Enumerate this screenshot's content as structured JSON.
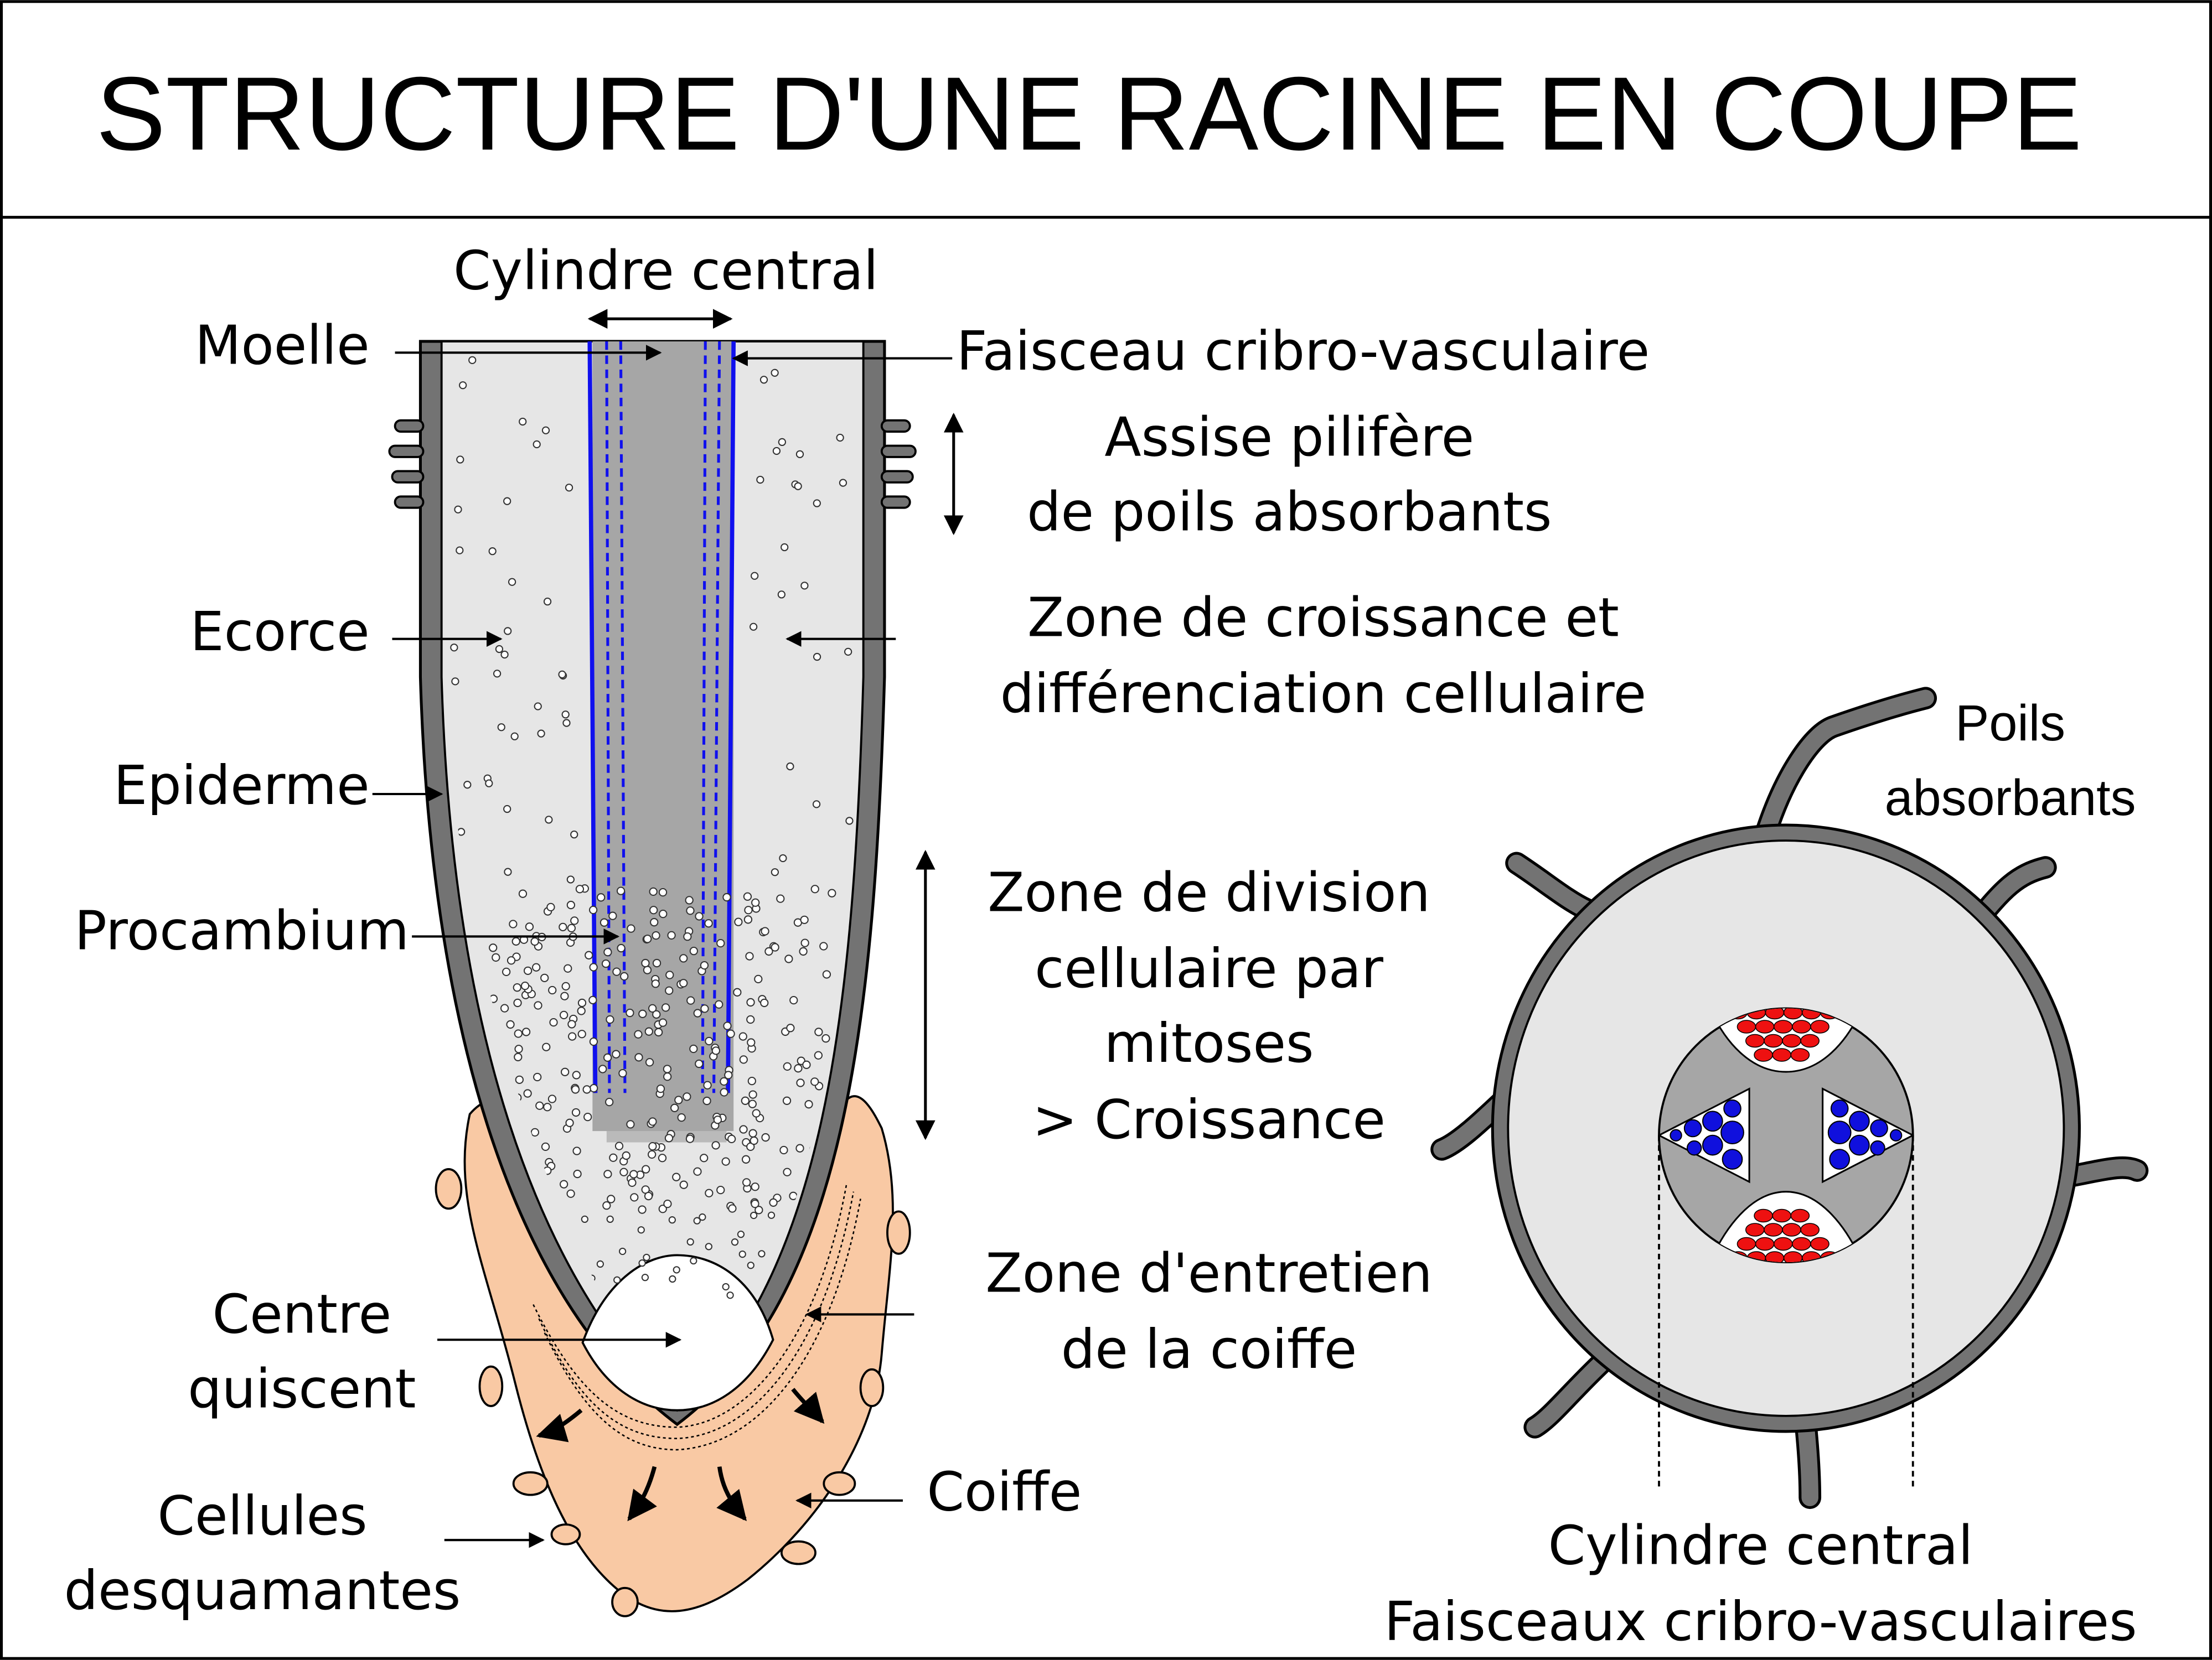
{
  "title": "STRUCTURE D'UNE RACINE EN COUPE",
  "labels": {
    "cylindre_central_top": "Cylindre central",
    "moelle": "Moelle",
    "faisceau": "Faisceau cribro-vasculaire",
    "assise_line1": "Assise pilifère",
    "assise_line2": "de poils absorbants",
    "ecorce": "Ecorce",
    "croissance_line1": "Zone de croissance et",
    "croissance_line2": "différenciation cellulaire",
    "epiderme": "Epiderme",
    "procambium": "Procambium",
    "division_line1": "Zone de division",
    "division_line2": "cellulaire par",
    "division_line3": "mitoses",
    "division_line4": "> Croissance",
    "entretien_line1": "Zone d'entretien",
    "entretien_line2": "de la coiffe",
    "centre_line1": "Centre",
    "centre_line2": "quiscent",
    "coiffe": "Coiffe",
    "cellules_line1": "Cellules",
    "cellules_line2": "desquamantes",
    "poils_line1": "Poils",
    "poils_line2": "absorbants",
    "cross_line1": "Cylindre central",
    "cross_line2": "Faisceaux cribro-vasculaires"
  },
  "colors": {
    "epidermis": "#737373",
    "cortex": "#e6e6e6",
    "pith": "#a6a6a6",
    "vascular": "#1010ee",
    "cap": "#f9c9a4",
    "xylem": "#1010dd",
    "phloem": "#ee1111",
    "line": "#000000"
  }
}
